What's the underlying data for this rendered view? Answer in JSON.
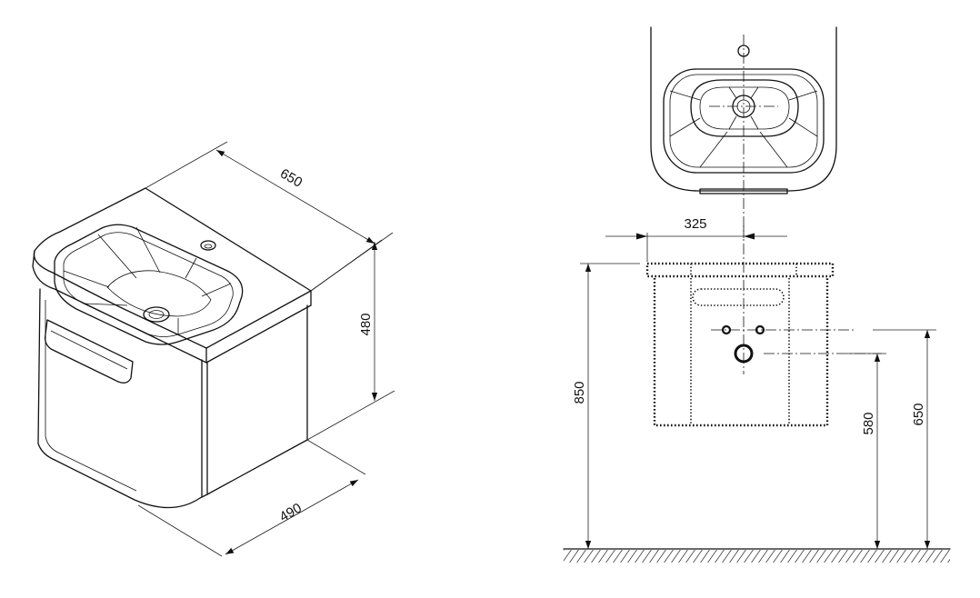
{
  "dimensions": {
    "width_iso": "650",
    "height_iso": "480",
    "depth_iso": "490",
    "half_width": "325",
    "top_height": "850",
    "outlet_height": "580",
    "supply_height": "650"
  }
}
